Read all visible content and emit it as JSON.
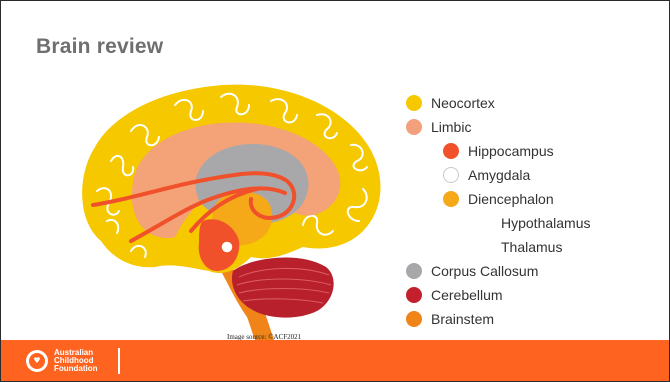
{
  "slide": {
    "title": "Brain review",
    "image_source": "Image source: ©ACF2021"
  },
  "legend": [
    {
      "label": "Neocortex",
      "color": "#f5c800",
      "icon": "circle-icon"
    },
    {
      "label": "Limbic",
      "color": "#f3a07d",
      "icon": "circle-icon"
    },
    {
      "label": "Hippocampus",
      "color": "#f0502a",
      "icon": "circle-icon"
    },
    {
      "label": "Amygdala",
      "color": "#ffffff",
      "icon": "circle-outline-icon"
    },
    {
      "label": "Diencephalon",
      "color": "#f5a818",
      "icon": "circle-icon"
    },
    {
      "label": "Hypothalamus",
      "color": "",
      "icon": ""
    },
    {
      "label": "Thalamus",
      "color": "",
      "icon": ""
    },
    {
      "label": "Corpus Callosum",
      "color": "#a8a8aa",
      "icon": "circle-icon"
    },
    {
      "label": "Cerebellum",
      "color": "#c3202e",
      "icon": "circle-icon"
    },
    {
      "label": "Brainstem",
      "color": "#f08418",
      "icon": "circle-icon"
    }
  ],
  "footer": {
    "logo_lines": [
      "Australian",
      "Childhood",
      "Foundation"
    ],
    "color": "#ff6320"
  }
}
